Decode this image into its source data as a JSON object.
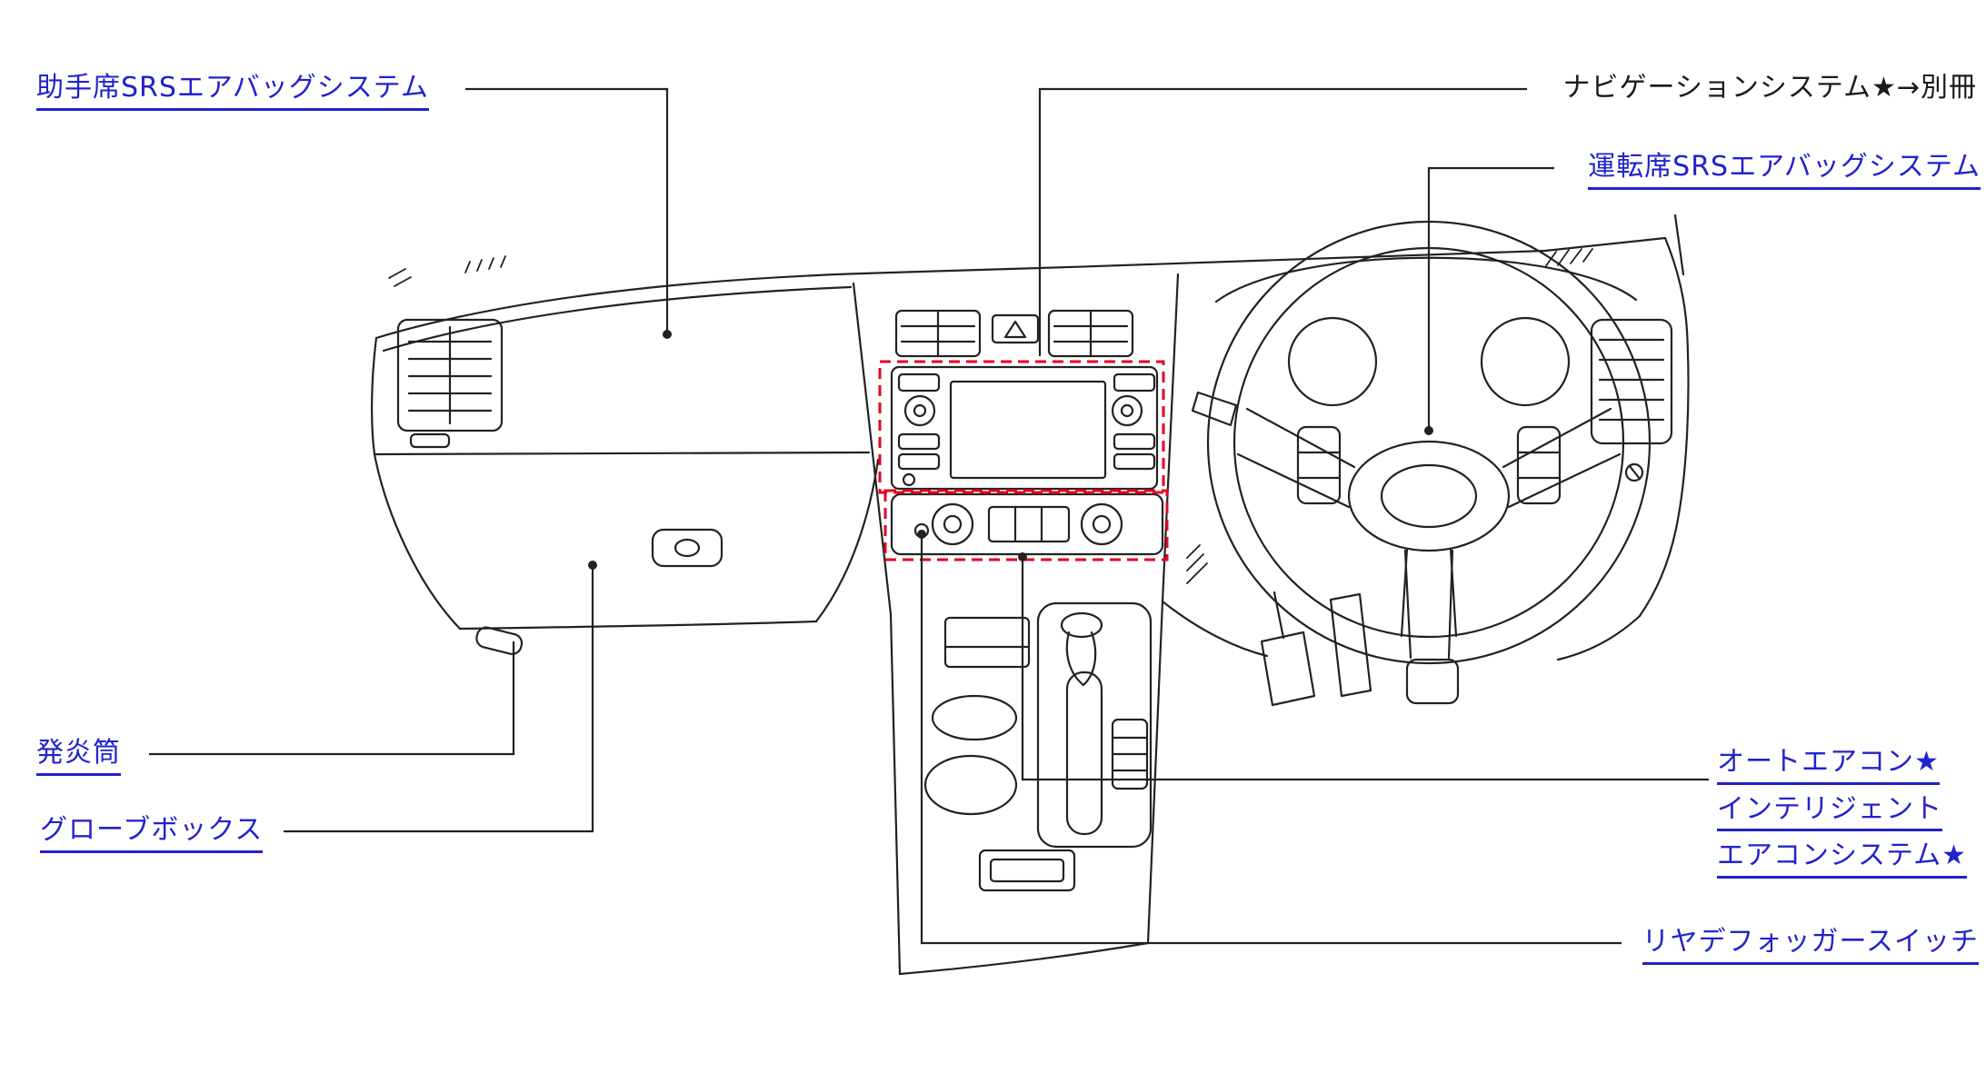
{
  "page": {
    "background": "#ffffff"
  },
  "colors": {
    "link": "#2222cc",
    "text": "#1a1a1a",
    "line": "#222222",
    "highlight": "#e60020"
  },
  "callouts": {
    "passenger_airbag": {
      "label": "助手席SRSエアバッグシステム",
      "style": "link"
    },
    "navigation": {
      "label": "ナビゲーションシステム★→別冊",
      "style": "plain"
    },
    "driver_airbag": {
      "label": "運転席SRSエアバッグシステム",
      "style": "link"
    },
    "flare": {
      "label": "発炎筒",
      "style": "link"
    },
    "glove_box": {
      "label": "グローブボックス",
      "style": "link"
    },
    "auto_aircon": {
      "lines": [
        "オートエアコン★",
        "インテリジェント",
        "エアコンシステム★"
      ],
      "style": "link"
    },
    "rear_defogger": {
      "label": "リヤデフォッガースイッチ",
      "style": "link"
    }
  },
  "diagram": {
    "subject": "instrument-panel-overview-line-drawing",
    "highlighted_regions": [
      "audio-navigation-unit",
      "climate-control-panel"
    ]
  }
}
